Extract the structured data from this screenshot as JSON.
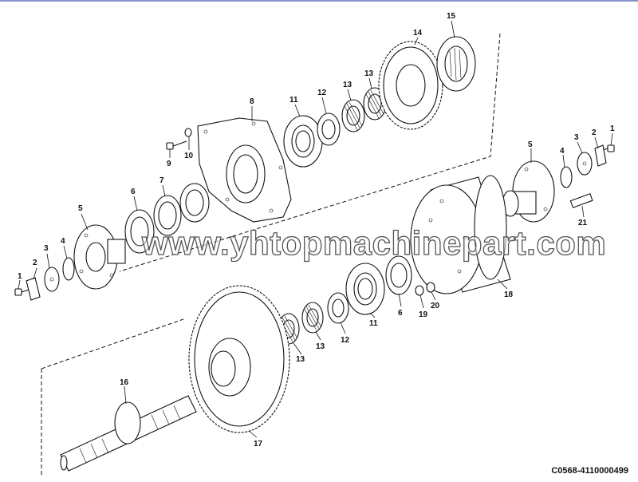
{
  "drawing_code": "C0568-4110000499",
  "watermark": "www.yhtopmachinepart.com",
  "colors": {
    "ink": "#111111",
    "top_border": "#8a92c8",
    "watermark_outline": "#555555"
  },
  "part_labels": [
    "1",
    "2",
    "3",
    "4",
    "5",
    "6",
    "7",
    "8",
    "9",
    "10",
    "11",
    "12",
    "13",
    "13",
    "14",
    "15",
    "1",
    "2",
    "3",
    "4",
    "5",
    "21",
    "18",
    "20",
    "19",
    "6",
    "11",
    "12",
    "13",
    "13",
    "17",
    "16"
  ]
}
